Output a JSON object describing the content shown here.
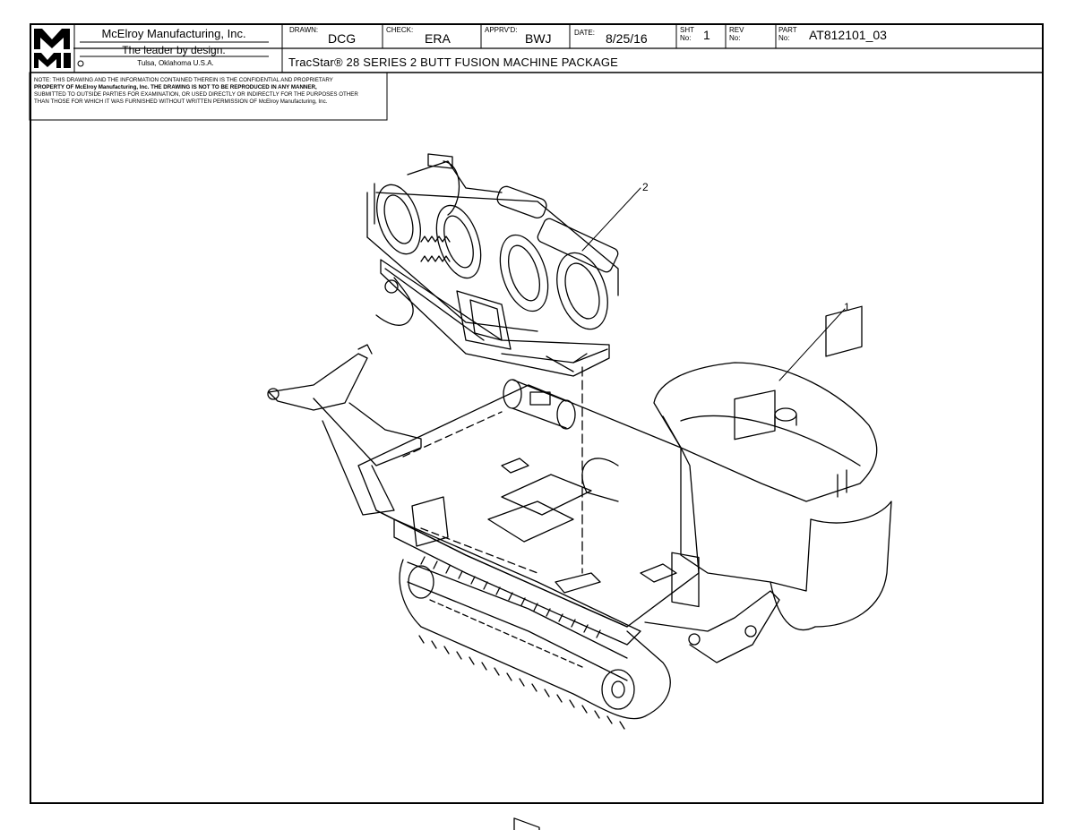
{
  "title_block": {
    "company_name": "McElroy Manufacturing, Inc.",
    "slogan": "The leader by design.",
    "location": "Tulsa, Oklahoma U.S.A.",
    "logo_text_top": "M",
    "logo_text_bottom": "MI",
    "drawn_label": "DRAWN:",
    "drawn_value": "DCG",
    "check_label": "CHECK:",
    "check_value": "ERA",
    "apprvd_label": "APPRV'D:",
    "apprvd_value": "BWJ",
    "date_label": "DATE:",
    "date_value": "8/25/16",
    "sht_label_1": "SHT",
    "sht_label_2": "No:",
    "sht_value": "1",
    "rev_label_1": "REV",
    "rev_label_2": "No:",
    "rev_value": "",
    "part_label_1": "PART",
    "part_label_2": "No:",
    "part_value": "AT812101_03",
    "drawing_title": "TracStar® 28 SERIES 2 BUTT FUSION MACHINE PACKAGE"
  },
  "note": {
    "line1": "NOTE: THIS DRAWING AND THE INFORMATION CONTAINED THEREIN IS THE CONFIDENTIAL AND PROPRIETARY",
    "line2": "PROPERTY OF McElroy Manufacturing, Inc. THE DRAWING IS NOT TO BE REPRODUCED IN ANY MANNER,",
    "line3": "SUBMITTED TO OUTSIDE PARTIES FOR EXAMINATION, OR USED DIRECTLY OR INDIRECTLY FOR THE PURPOSES OTHER",
    "line4": "THAN THOSE FOR WHICH IT WAS FURNISHED WITHOUT WRITTEN PERMISSION OF McElroy Manufacturing, Inc."
  },
  "balloons": {
    "item_1": "1",
    "item_2": "2"
  }
}
